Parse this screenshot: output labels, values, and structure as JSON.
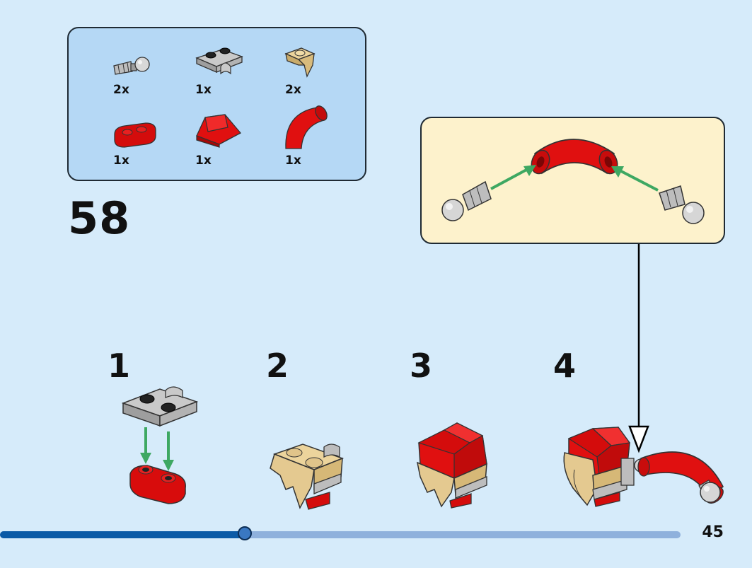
{
  "step": {
    "number": "58"
  },
  "parts": [
    {
      "icon": "ball-joint-connector-icon",
      "qty": "2x"
    },
    {
      "icon": "gray-clip-plate-icon",
      "qty": "1x"
    },
    {
      "icon": "tan-bracket-icon",
      "qty": "2x"
    },
    {
      "icon": "red-plate-1x2-icon",
      "qty": "1x"
    },
    {
      "icon": "red-wedge-slope-icon",
      "qty": "1x"
    },
    {
      "icon": "red-curved-tube-icon",
      "qty": "1x"
    }
  ],
  "substeps": [
    "1",
    "2",
    "3",
    "4"
  ],
  "page": {
    "number": "45"
  },
  "progress": {
    "fraction": 0.36
  },
  "colors": {
    "background": "#d6ebfa",
    "parts_panel": "#b5d8f5",
    "subassembly_panel": "#fdf2cc",
    "arrow_green": "#3ea862",
    "brick_red": "#e00e0e",
    "tan": "#e8cf98",
    "light_gray": "#bdbdbd"
  }
}
